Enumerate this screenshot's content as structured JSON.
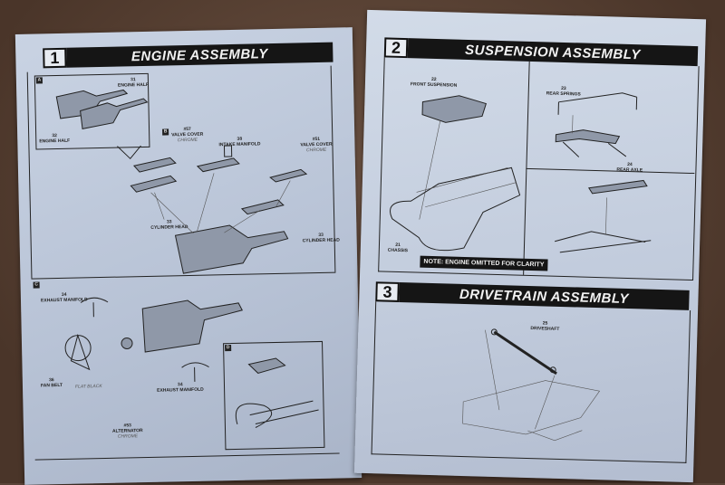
{
  "sheet1": {
    "step1": {
      "number": "1",
      "title": "ENGINE ASSEMBLY"
    },
    "panel_a": {
      "tag": "A",
      "labels": [
        {
          "num": "31",
          "name": "ENGINE HALF"
        },
        {
          "num": "32",
          "name": "ENGINE HALF"
        }
      ]
    },
    "panel_b": {
      "tag": "B",
      "labels": [
        {
          "num": "#57",
          "name": "VALVE COVER",
          "finish": "CHROME"
        },
        {
          "num": "38",
          "name": "INTAKE MANIFOLD"
        },
        {
          "num": "#51",
          "name": "VALVE COVER",
          "finish": "CHROME"
        },
        {
          "num": "33",
          "name": "CYLINDER HEAD"
        },
        {
          "num": "33",
          "name": "CYLINDER HEAD"
        }
      ]
    },
    "panel_c": {
      "tag": "C",
      "labels": [
        {
          "num": "34",
          "name": "EXHAUST MANIFOLD"
        },
        {
          "num": "36",
          "name": "FAN BELT"
        },
        {
          "finish": "FLAT BLACK"
        },
        {
          "num": "34",
          "name": "EXHAUST MANIFOLD"
        },
        {
          "num": "#53",
          "name": "ALTERNATOR",
          "finish": "CHROME"
        }
      ]
    },
    "panel_d": {
      "tag": "D"
    }
  },
  "sheet2": {
    "step2": {
      "number": "2",
      "title": "SUSPENSION ASSEMBLY",
      "labels": [
        {
          "num": "22",
          "name": "FRONT SUSPENSION"
        },
        {
          "num": "21",
          "name": "CHASSIS"
        },
        {
          "num": "23",
          "name": "REAR SPRINGS"
        },
        {
          "num": "24",
          "name": "REAR AXLE"
        }
      ],
      "note": "NOTE: ENGINE OMITTED FOR CLARITY"
    },
    "step3": {
      "number": "3",
      "title": "DRIVETRAIN ASSEMBLY",
      "labels": [
        {
          "num": "25",
          "name": "DRIVESHAFT"
        }
      ]
    }
  }
}
